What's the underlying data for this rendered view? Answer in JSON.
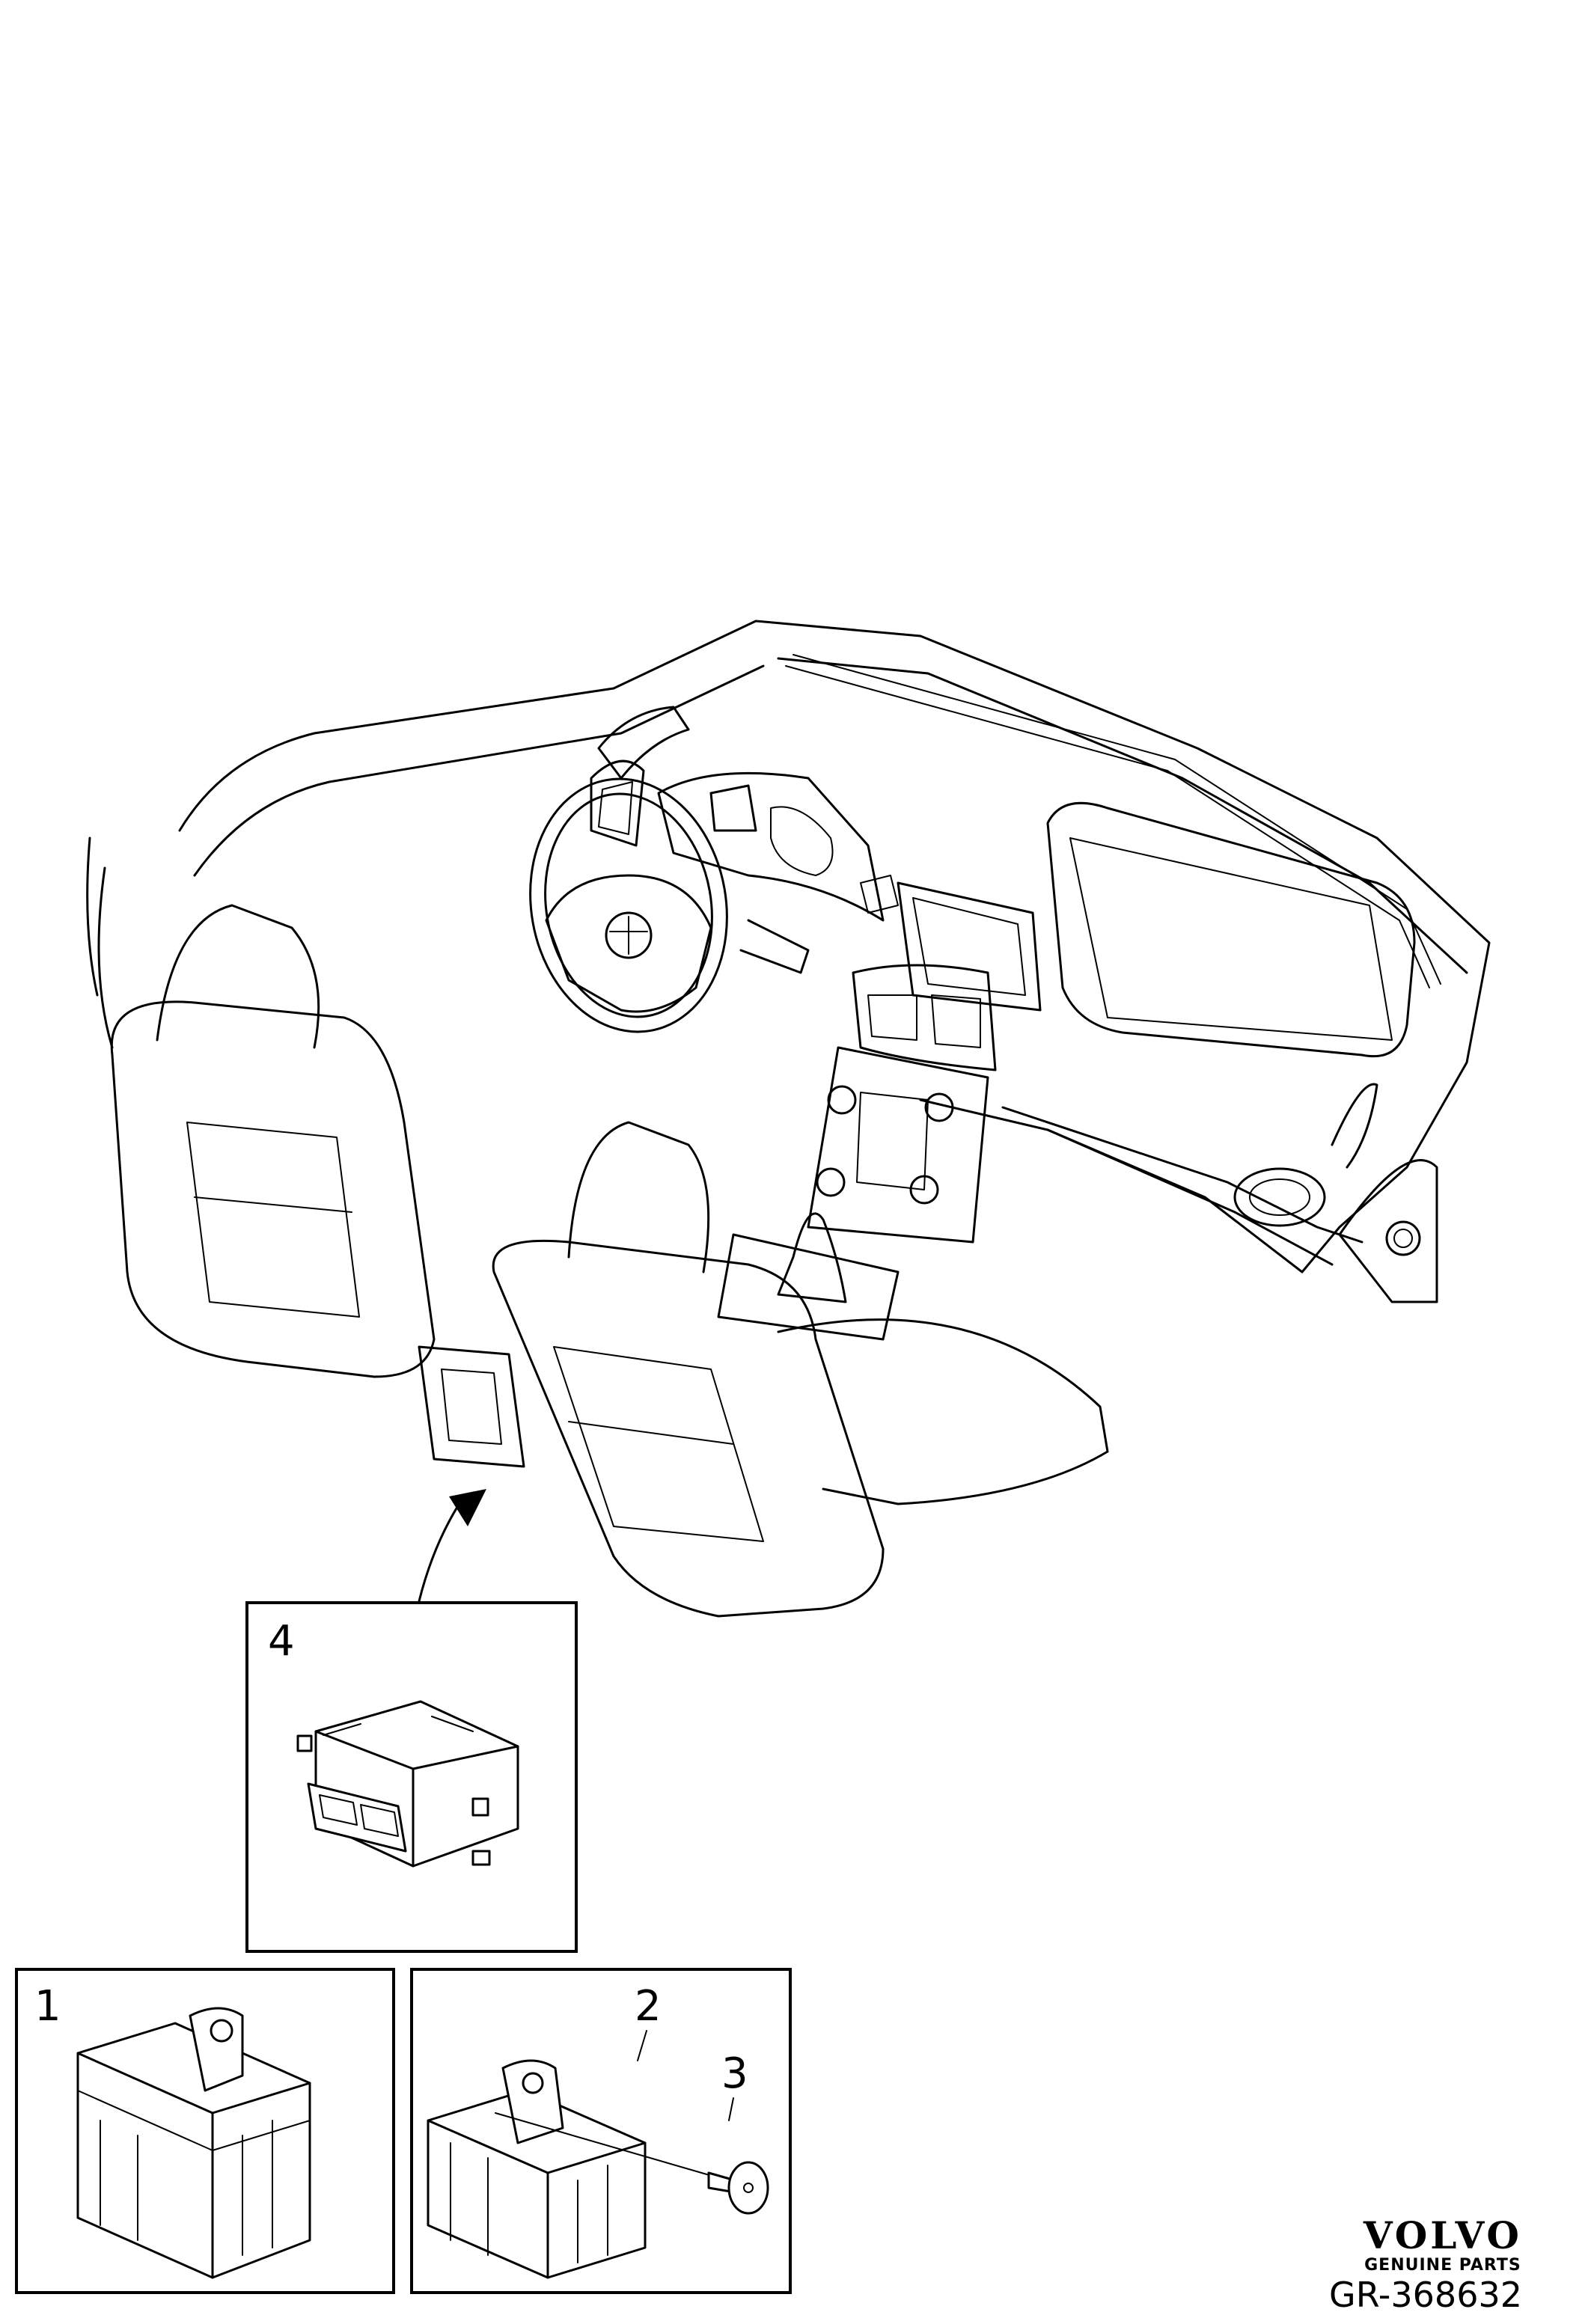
{
  "diagram": {
    "callouts": [
      {
        "id": "4",
        "label": "4"
      },
      {
        "id": "1",
        "label": "1"
      },
      {
        "id": "2",
        "label": "2"
      },
      {
        "id": "3",
        "label": "3"
      }
    ]
  },
  "footer": {
    "brand_logo": "VOLVO",
    "brand_sub": "GENUINE PARTS",
    "ref_code": "GR-368632"
  }
}
